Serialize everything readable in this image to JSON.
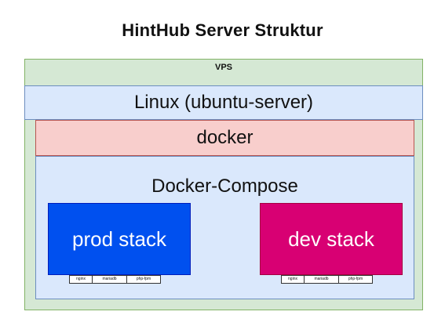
{
  "title": "HintHub Server Struktur",
  "vps": {
    "label": "VPS",
    "fill": "#d5e8d4",
    "stroke": "#82b366"
  },
  "linux": {
    "label": "Linux (ubuntu-server)",
    "fill": "#dae8fc",
    "stroke": "#6c8ebf"
  },
  "docker": {
    "label": "docker",
    "fill": "#f8cecc",
    "stroke": "#b85450"
  },
  "compose": {
    "label": "Docker-Compose",
    "fill": "#dae8fc",
    "stroke": "#6c8ebf"
  },
  "prod_stack": {
    "label": "prod stack",
    "fill": "#0050ef",
    "services": [
      "nginx",
      "mariadb",
      "php-fpm"
    ]
  },
  "dev_stack": {
    "label": "dev stack",
    "fill": "#d80073",
    "services": [
      "nginx",
      "mariadb",
      "php-fpm"
    ]
  }
}
